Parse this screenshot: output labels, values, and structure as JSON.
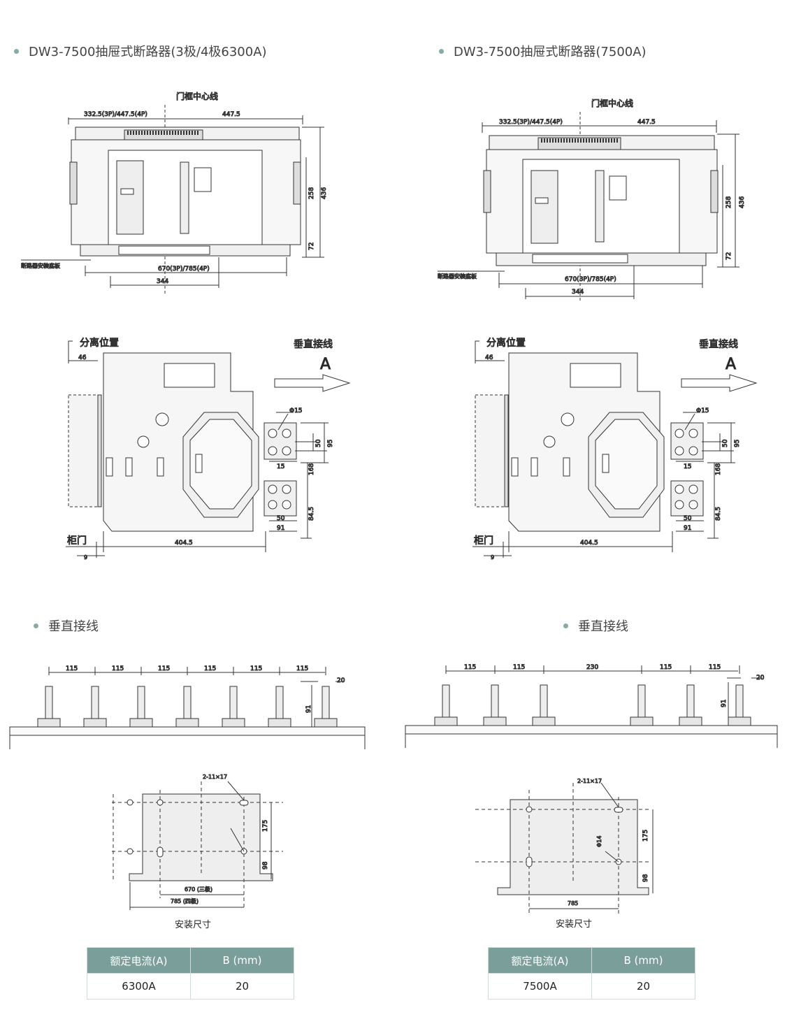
{
  "left": {
    "title": "DW3-7500抽屉式断路器(3极/4极6300A)",
    "top_view": {
      "centerline": "门框中心线",
      "d_left": "332.5(3P)/447.5(4P)",
      "d_right": "447.5",
      "d_436": "436",
      "d_258": "258",
      "d_72": "72",
      "base_plate": "断路器安装底板",
      "d_670": "670(3P)/785(4P)",
      "d_344": "344"
    },
    "side_view": {
      "separate": "分离位置",
      "vertical": "垂直接线",
      "arrow": "A",
      "d_46": "46",
      "phi15": "Φ15",
      "d_50a": "50",
      "d_95": "95",
      "d_15": "15",
      "d_168": "168",
      "d_84_5": "84.5",
      "d_50b": "50",
      "d_91": "91",
      "door": "柜门",
      "d_404_5": "404.5",
      "d_9": "9"
    },
    "section": "垂直接线",
    "busbar": {
      "spacings": [
        "115",
        "115",
        "115",
        "115",
        "115",
        "115"
      ],
      "d_20": "20",
      "d_91": "91"
    },
    "mount": {
      "slot": "2-11×17",
      "d_175": "175",
      "d_98": "98",
      "d_670": "670 (三极)",
      "d_785": "785 (四极)"
    },
    "caption": "安装尺寸",
    "table": {
      "col1": "额定电流(A)",
      "col2": "B (mm)",
      "v1": "6300A",
      "v2": "20"
    }
  },
  "right": {
    "title": "DW3-7500抽屉式断路器(7500A)",
    "top_view": {
      "centerline": "门框中心线",
      "d_left": "332.5(3P)/447.5(4P)",
      "d_right": "447.5",
      "d_436": "436",
      "d_258": "258",
      "d_72": "72",
      "base_plate": "断路器安装底板",
      "d_670": "670(3P)/785(4P)",
      "d_344": "344"
    },
    "side_view": {
      "separate": "分离位置",
      "vertical": "垂直接线",
      "arrow": "A",
      "d_46": "46",
      "phi15": "Φ15",
      "d_50a": "50",
      "d_95": "95",
      "d_15": "15",
      "d_168": "168",
      "d_84_5": "84.5",
      "d_50b": "50",
      "d_91": "91",
      "door": "柜门",
      "d_404_5": "404.5",
      "d_9": "9"
    },
    "section": "垂直接线",
    "busbar": {
      "spacings": [
        "115",
        "115",
        "230",
        "115",
        "115"
      ],
      "d_20": "20",
      "d_91": "91"
    },
    "mount": {
      "slot": "2-11×17",
      "phi14": "Φ14",
      "d_175": "175",
      "d_98": "98",
      "d_785": "785"
    },
    "caption": "安装尺寸",
    "table": {
      "col1": "额定电流(A)",
      "col2": "B (mm)",
      "v1": "7500A",
      "v2": "20"
    }
  }
}
